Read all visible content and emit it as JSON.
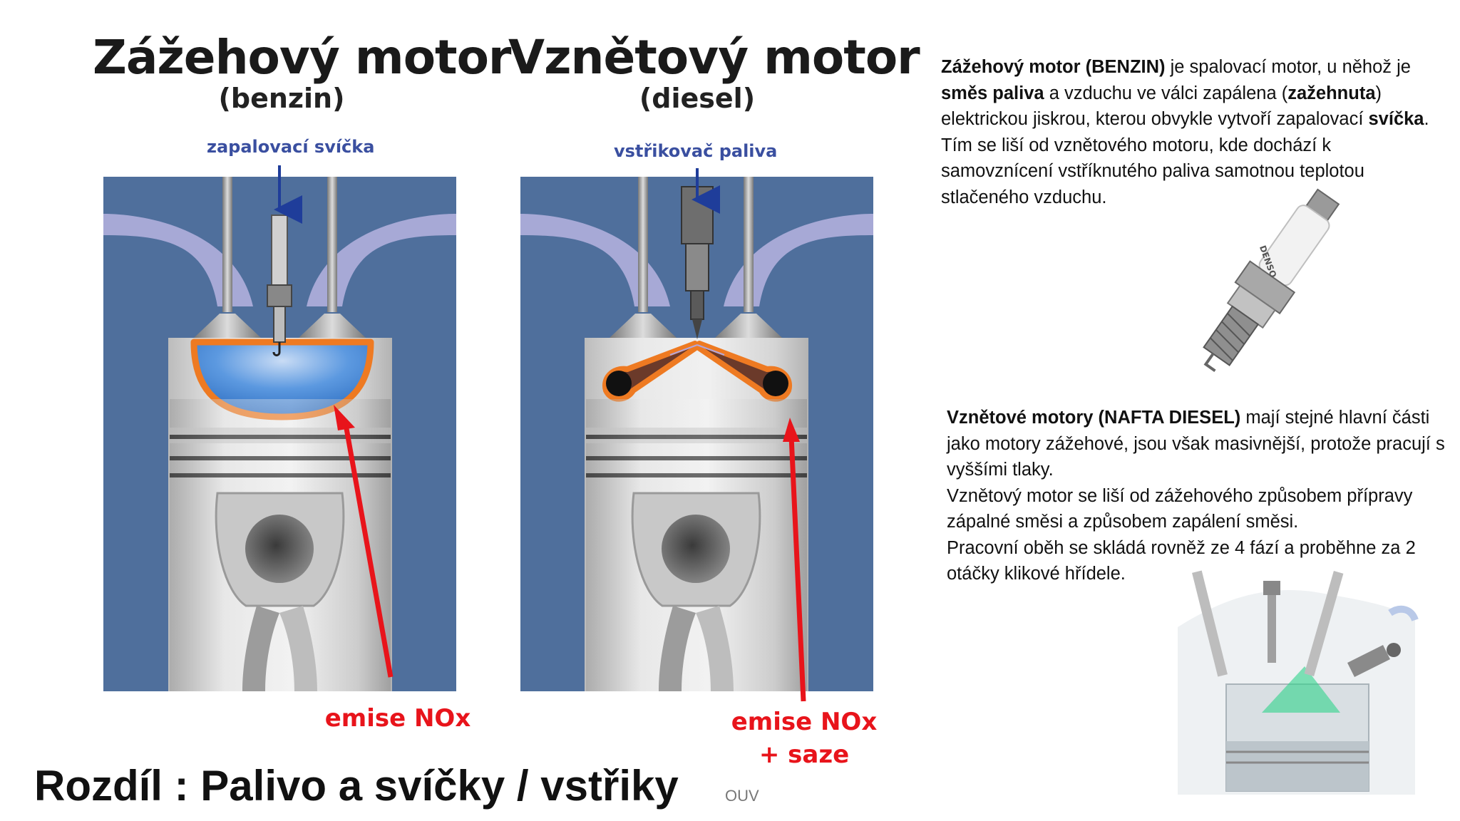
{
  "gasoline": {
    "title": "Zážehový motor",
    "subtitle": "(benzin)",
    "part_label": "zapalovací svíčka",
    "emission_label": "emise NOx"
  },
  "diesel": {
    "title": "Vznětový motor",
    "subtitle": "(diesel)",
    "part_label": "vstřikovač paliva",
    "emission_line1": "emise NOx",
    "emission_line2": "+ saze"
  },
  "text1": {
    "b1": "Zážehový motor (BENZIN)",
    "t1": " je spalovací motor, u něhož je ",
    "b2": "směs paliva",
    "t2": " a vzduchu ve válci zapálena (",
    "b3": "zažehnuta",
    "t3": ") elektrickou jiskrou, kterou obvykle vytvoří zapalovací ",
    "b4": "svíčka",
    "t4": ". Tím se liší od vznětového motoru, kde dochází k samovznícení vstříknutého paliva samotnou teplotou stlačeného vzduchu."
  },
  "text2": {
    "b1": "Vznětové motory (NAFTA DIESEL)",
    "t1": " mají stejné hlavní části jako motory zážehové, jsou však masivnější, protože pracují s vyššími tlaky.",
    "line2": "Vznětový motor se liší od zážehového způsobem přípravy zápalné směsi a způsobem zapálení směsi.",
    "line3": "Pracovní oběh se skládá rovněž ze 4 fází a proběhne za 2 otáčky klikové hřídele."
  },
  "spark_plug_brand": "DENSO",
  "bottom_title": "Rozdíl : Palivo a  svíčky / vstřiky",
  "footer_tag": "OUV",
  "colors": {
    "block_blue": "#4f6f9c",
    "port_lilac": "#a7a9d6",
    "flame_orange": "#ee7a22",
    "combustion_blue": "#3f86d8",
    "arrow_red": "#e8141b",
    "label_blue": "#3a4fa0"
  }
}
